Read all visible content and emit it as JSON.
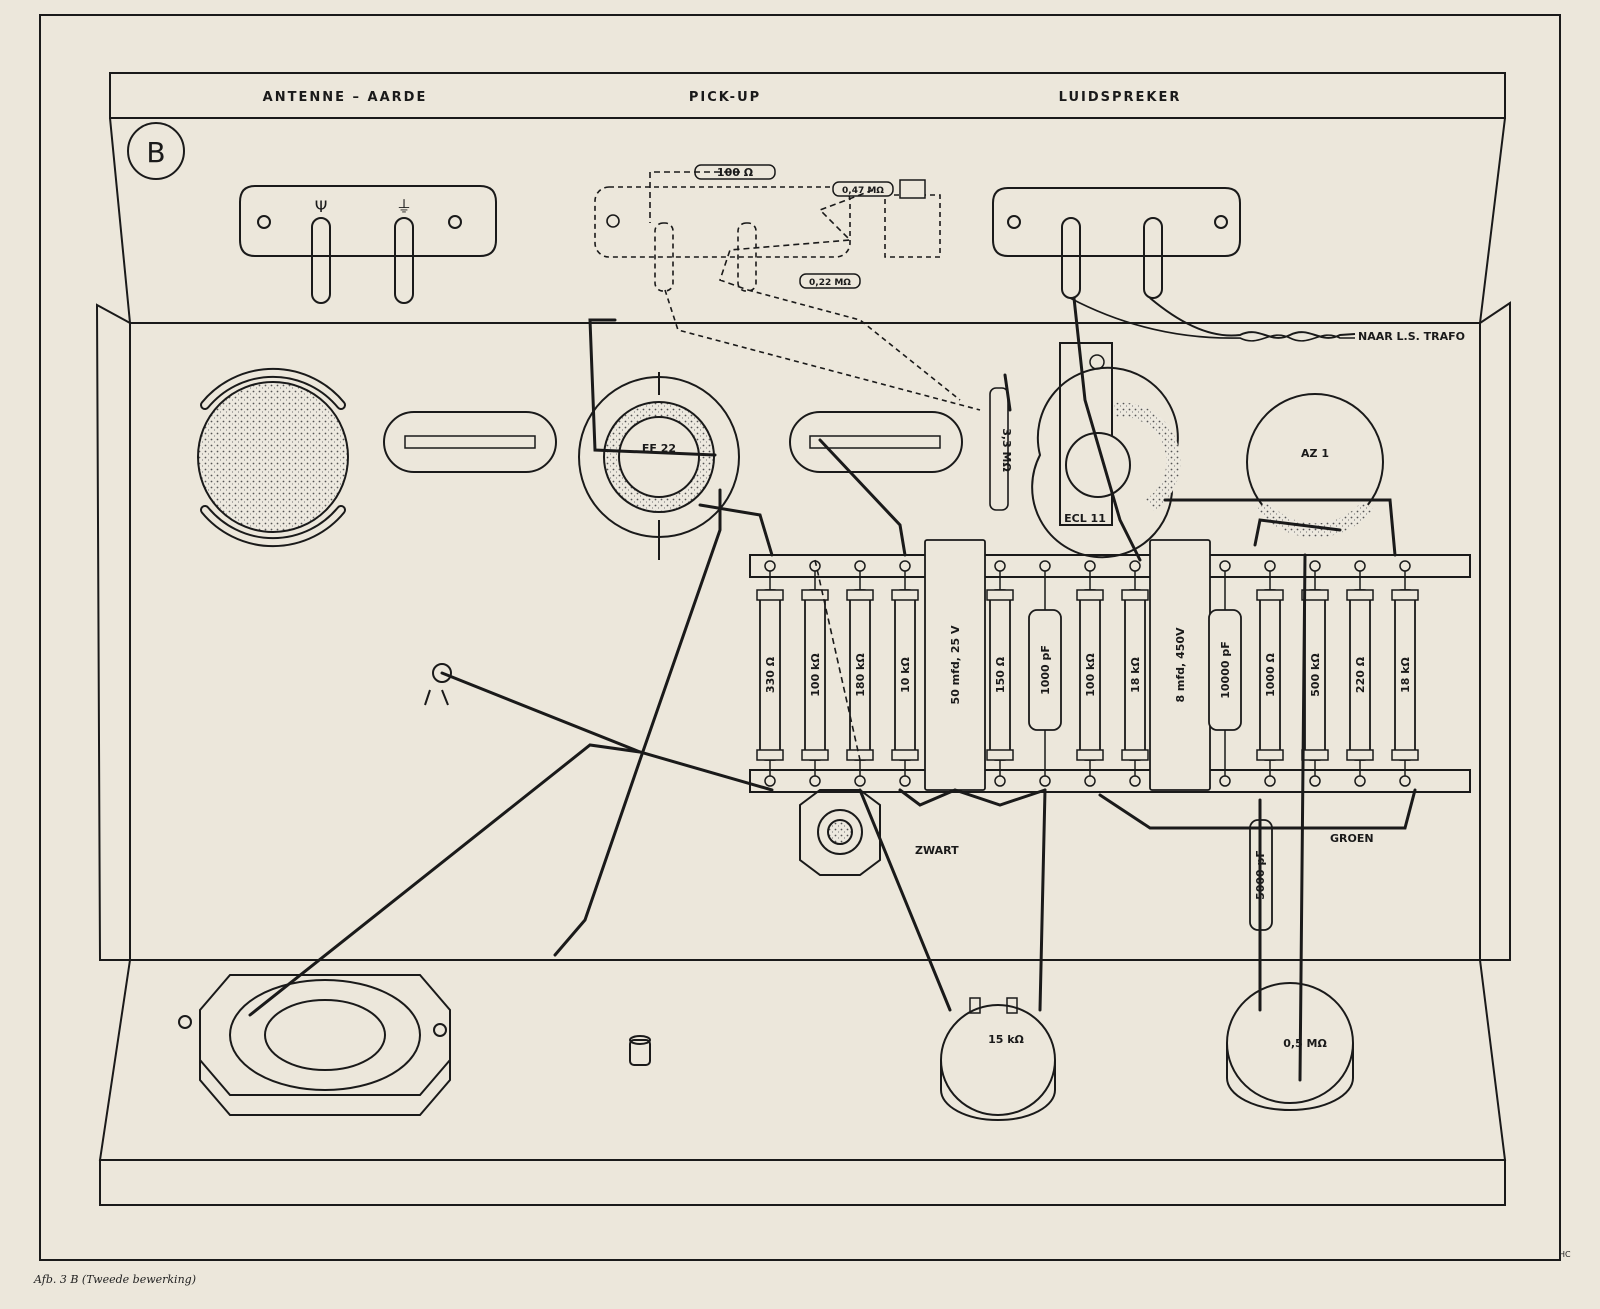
{
  "header": {
    "antenna_label": "ANTENNE – AARDE",
    "pickup_label": "PICK-UP",
    "speaker_label": "LUIDSPREKER"
  },
  "view_badge": "B",
  "output_note": "NAAR L.S. TRAFO",
  "tubes": {
    "ef22": "EF 22",
    "ecl11": "ECL 11",
    "az1": "AZ 1"
  },
  "pickup_board": {
    "r_top": "100 Ω",
    "r_047": "0,47 MΩ",
    "r_022": "0,22 MΩ"
  },
  "r_33": "3,3 MΩ",
  "components": [
    {
      "kind": "resistor",
      "label": "330 Ω"
    },
    {
      "kind": "resistor",
      "label": "100 kΩ"
    },
    {
      "kind": "resistor",
      "label": "180 kΩ"
    },
    {
      "kind": "resistor",
      "label": "10 kΩ"
    },
    {
      "kind": "electrolytic",
      "label": "50 mfd, 25 V"
    },
    {
      "kind": "resistor",
      "label": "150 Ω"
    },
    {
      "kind": "capacitor",
      "label": "1000 pF"
    },
    {
      "kind": "resistor",
      "label": "100 kΩ"
    },
    {
      "kind": "resistor",
      "label": "18 kΩ"
    },
    {
      "kind": "electrolytic",
      "label": "8 mfd, 450V"
    },
    {
      "kind": "capacitor",
      "label": "10000 pF"
    },
    {
      "kind": "resistor",
      "label": "1000 Ω"
    },
    {
      "kind": "resistor",
      "label": "500 kΩ"
    },
    {
      "kind": "resistor",
      "label": "220 Ω"
    },
    {
      "kind": "resistor",
      "label": "18 kΩ"
    }
  ],
  "wire_labels": {
    "black": "ZWART",
    "green": "GROEN"
  },
  "cap_5000": "5000 pF",
  "pots": {
    "left": "15 kΩ",
    "right": "0,5 MΩ"
  },
  "caption": "Afb. 3 B (Tweede bewerking)",
  "signature": "HC"
}
